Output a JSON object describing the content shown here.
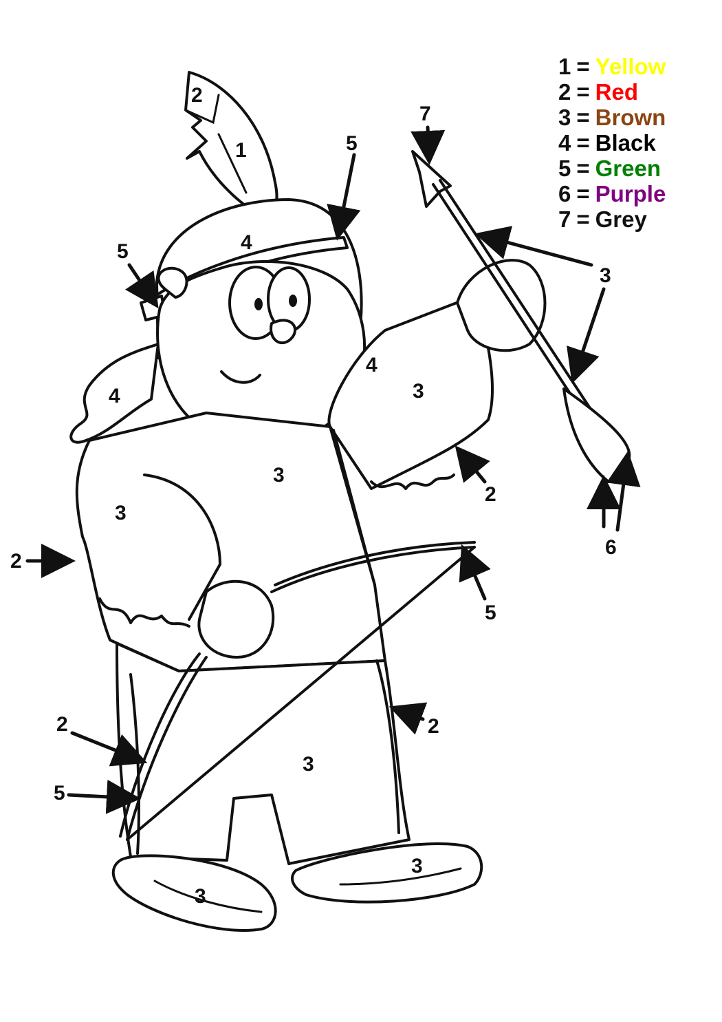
{
  "legend": [
    {
      "number": "1",
      "color_name": "Yellow",
      "color": "#ffff00"
    },
    {
      "number": "2",
      "color_name": "Red",
      "color": "#ff0000"
    },
    {
      "number": "3",
      "color_name": "Brown",
      "color": "#8b4513"
    },
    {
      "number": "4",
      "color_name": "Black",
      "color": "#000000"
    },
    {
      "number": "5",
      "color_name": "Green",
      "color": "#008000"
    },
    {
      "number": "6",
      "color_name": "Purple",
      "color": "#800080"
    },
    {
      "number": "7",
      "color_name": "Grey",
      "color": "#111111"
    }
  ],
  "legend_separator": "=",
  "region_labels": {
    "feather_tip": "2",
    "feather": "1",
    "hair_band": "4",
    "hair_back": "4",
    "hair_side": "4",
    "headband_top": "5",
    "headband_left": "5",
    "arrow_tip": "7",
    "arrow_shaft": "3",
    "shirt_sleeve_right": "3",
    "shirt_center": "3",
    "shirt_sleeve_left": "3",
    "fringe_right_sleeve": "2",
    "fringe_shirt": "2",
    "bow_tip": "5",
    "fringe_pants_right": "2",
    "fringe_pants_left": "2",
    "bow_lower": "5",
    "pants": "3",
    "moccasin_left": "3",
    "moccasin_right": "3",
    "arrow_fletching": "6"
  }
}
